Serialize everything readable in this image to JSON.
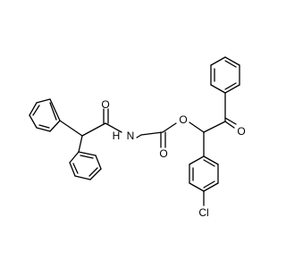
{
  "molecule": {
    "atoms": {
      "O_amide": "O",
      "N_amide": "N",
      "H_amide": "H",
      "O_ester_single": "O",
      "O_ester_carbonyl": "O",
      "O_ketone": "O",
      "Cl": "Cl"
    },
    "colors": {
      "bond": "#000000",
      "label": "#000000",
      "background": "#ffffff"
    }
  }
}
